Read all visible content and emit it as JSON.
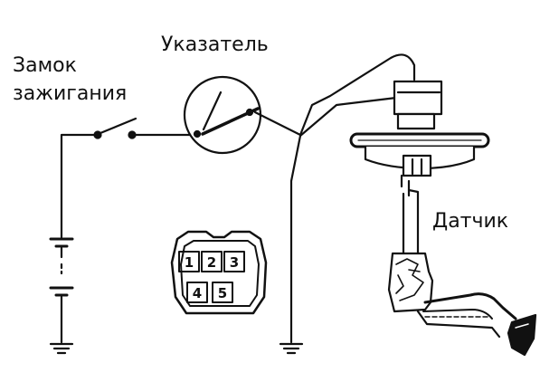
{
  "labels": {
    "indicator": "Указатель",
    "ignition_lock_line1": "Замок",
    "ignition_lock_line2": "зажигания",
    "sensor": "Датчик"
  },
  "connector": {
    "pins": [
      "1",
      "2",
      "3",
      "4",
      "5"
    ]
  },
  "colors": {
    "ink": "#111111",
    "background": "#ffffff"
  }
}
